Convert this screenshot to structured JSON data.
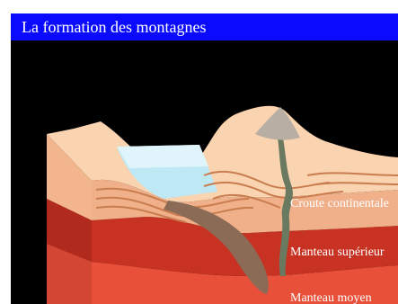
{
  "title": "La formation des montagnes",
  "labels": {
    "crust": "Croute continentale",
    "upper_mantle": "Manteau supérieur",
    "middle_mantle": "Manteau moyen"
  },
  "colors": {
    "title_bar": "#0a0aff",
    "background": "#000000",
    "crust": "#f8c8a0",
    "upper_mantle": "#c83222",
    "middle_mantle": "#e8503a",
    "water": "#bde8f4",
    "magma": "#6a7a60",
    "subducting_plate": "#8b6b55"
  }
}
